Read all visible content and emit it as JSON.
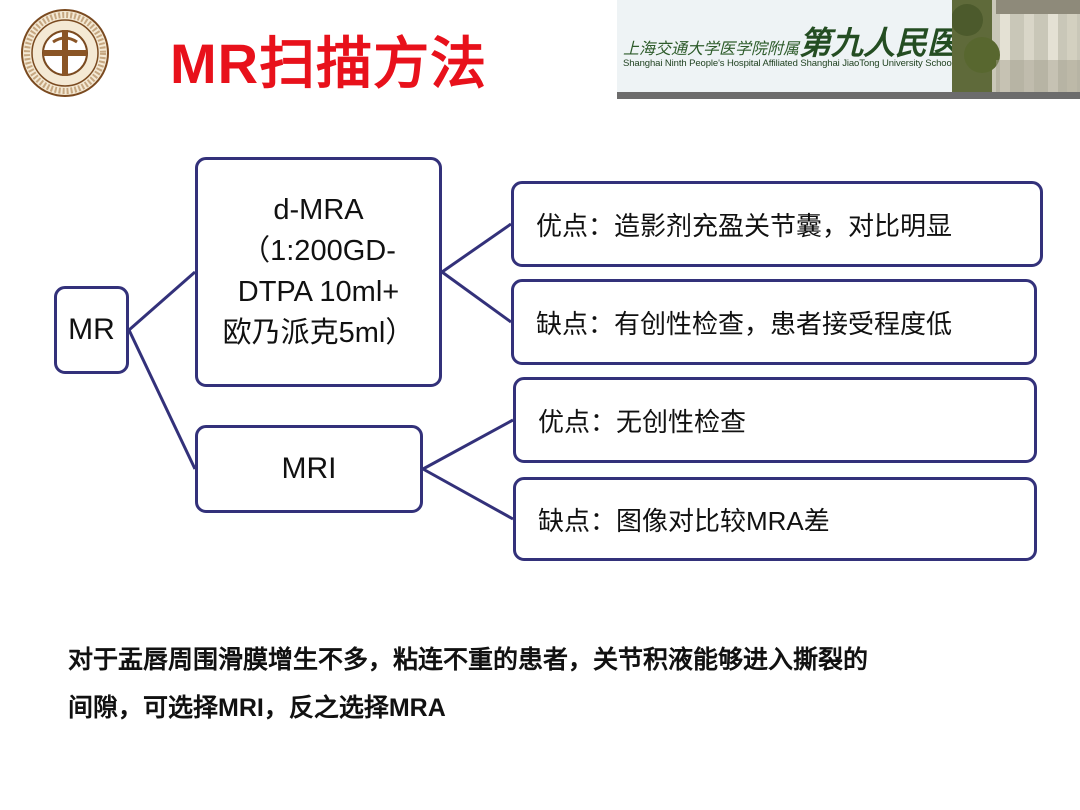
{
  "slide": {
    "title": "MR扫描方法",
    "hospital_banner": {
      "chinese_prefix": "上海交通大学医学院附属",
      "chinese_name": "第九人民医院",
      "english_name": "Shanghai Ninth People's Hospital Affiliated Shanghai JiaoTong University School of Medicine"
    }
  },
  "diagram": {
    "root": {
      "label": "MR"
    },
    "dmra": {
      "label_lines": [
        "d-MRA",
        "（1:200GD-",
        "DTPA 10ml+",
        "欧乃派克5ml）"
      ],
      "pro": "优点：造影剂充盈关节囊，对比明显",
      "con": "缺点：有创性检查，患者接受程度低"
    },
    "mri": {
      "label": "MRI",
      "pro": "优点：无创性检查",
      "con": "缺点：图像对比较MRA差"
    }
  },
  "note": {
    "line1": "对于盂唇周围滑膜增生不多，粘连不重的患者，关节积液能够进入撕裂的",
    "line2": "间隙，可选择MRI，反之选择MRA"
  },
  "colors": {
    "title": "#e8111b",
    "node_border": "#33317a",
    "banner_text": "#2d5b2a"
  }
}
